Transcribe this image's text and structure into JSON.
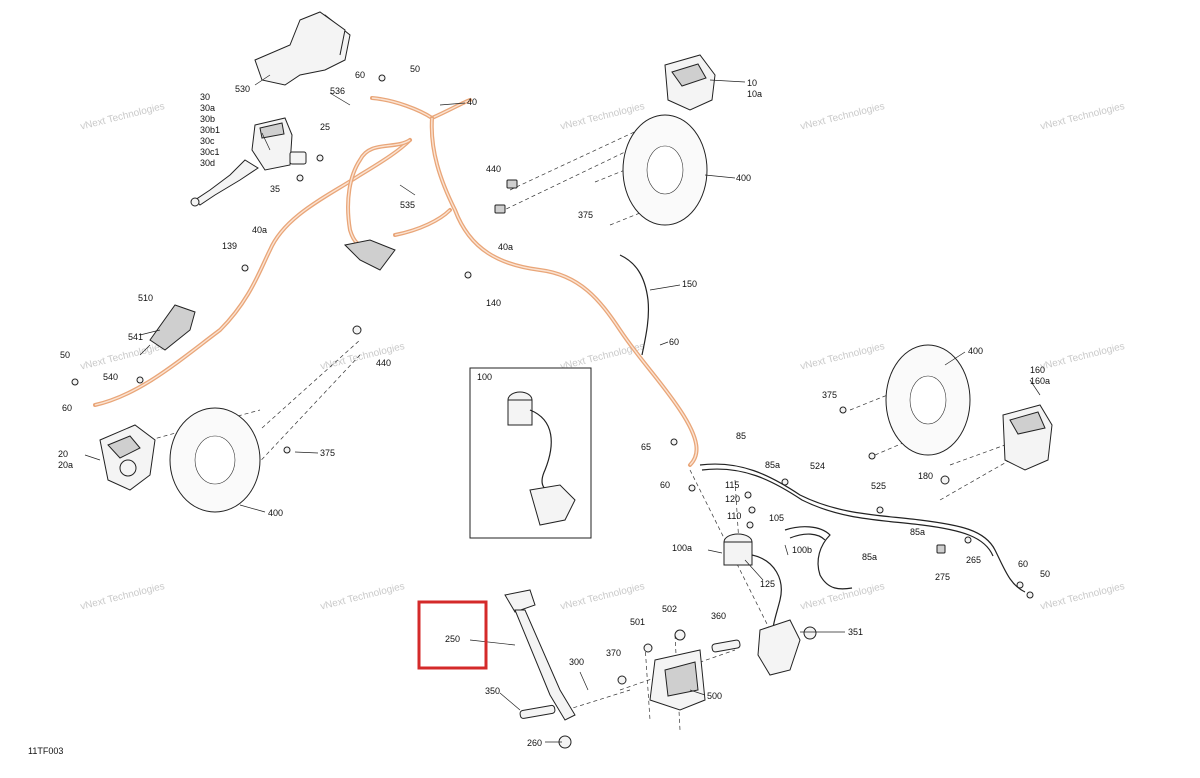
{
  "diagram": {
    "reference_code": "11TF003",
    "watermark_text": "vNext Technologies",
    "highlight_color": "#d42a2a",
    "hose_color": "#e9a679",
    "callouts": {
      "c10": "10",
      "c10a": "10a",
      "c20": "20",
      "c20a": "20a",
      "c25": "25",
      "c30": "30",
      "c30a": "30a",
      "c30b": "30b",
      "c30b1": "30b1",
      "c30c": "30c",
      "c30c1": "30c1",
      "c30d": "30d",
      "c35": "35",
      "c40": "40",
      "c40a_l": "40a",
      "c40a_m": "40a",
      "c50_t": "50",
      "c50_l": "50",
      "c50_r": "50",
      "c60_t": "60",
      "c60_l": "60",
      "c60_m": "60",
      "c60_c": "60",
      "c60_r": "60",
      "c65": "65",
      "c85": "85",
      "c85a_1": "85a",
      "c85a_2": "85a",
      "c85a_3": "85a",
      "c100": "100",
      "c100a": "100a",
      "c100b": "100b",
      "c105": "105",
      "c110": "110",
      "c115": "115",
      "c120": "120",
      "c125": "125",
      "c139": "139",
      "c140": "140",
      "c150": "150",
      "c160": "160",
      "c160a": "160a",
      "c180": "180",
      "c250": "250",
      "c260": "260",
      "c265": "265",
      "c275": "275",
      "c300": "300",
      "c350": "350",
      "c351": "351",
      "c360": "360",
      "c370": "370",
      "c375_t": "375",
      "c375_l": "375",
      "c375_r": "375",
      "c400_t": "400",
      "c400_l": "400",
      "c400_r": "400",
      "c440_t": "440",
      "c440_l": "440",
      "c500": "500",
      "c501": "501",
      "c502": "502",
      "c510": "510",
      "c524": "524",
      "c525": "525",
      "c530": "530",
      "c535": "535",
      "c536": "536",
      "c540": "540",
      "c541": "541"
    }
  }
}
